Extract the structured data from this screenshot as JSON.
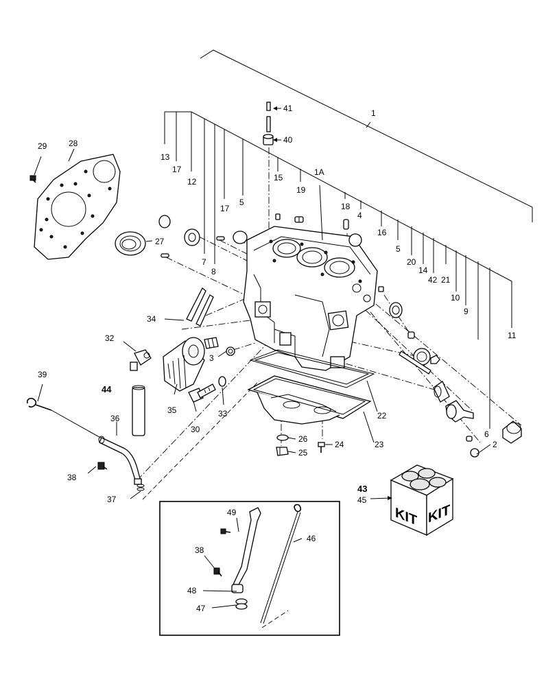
{
  "labels": {
    "l1": "1",
    "l1A": "1A",
    "l2": "2",
    "l3": "3",
    "l4": "4",
    "l5a": "5",
    "l5b": "5",
    "l6": "6",
    "l7": "7",
    "l8": "8",
    "l9": "9",
    "l10": "10",
    "l11": "11",
    "l12": "12",
    "l13": "13",
    "l14": "14",
    "l15": "15",
    "l16": "16",
    "l17a": "17",
    "l17b": "17",
    "l18": "18",
    "l19": "19",
    "l20": "20",
    "l21": "21",
    "l22": "22",
    "l23": "23",
    "l24": "24",
    "l25": "25",
    "l26": "26",
    "l27": "27",
    "l28": "28",
    "l29": "29",
    "l30": "30",
    "l32": "32",
    "l33": "33",
    "l34": "34",
    "l35": "35",
    "l36": "36",
    "l37": "37",
    "l38a": "38",
    "l38b": "38",
    "l39": "39",
    "l40": "40",
    "l41": "41",
    "l42": "42",
    "l43": "43",
    "l44": "44",
    "l45": "45",
    "l46": "46",
    "l47": "47",
    "l48": "48",
    "l49": "49"
  },
  "kit_box": {
    "text_left": "KIT",
    "text_right": "KIT"
  }
}
